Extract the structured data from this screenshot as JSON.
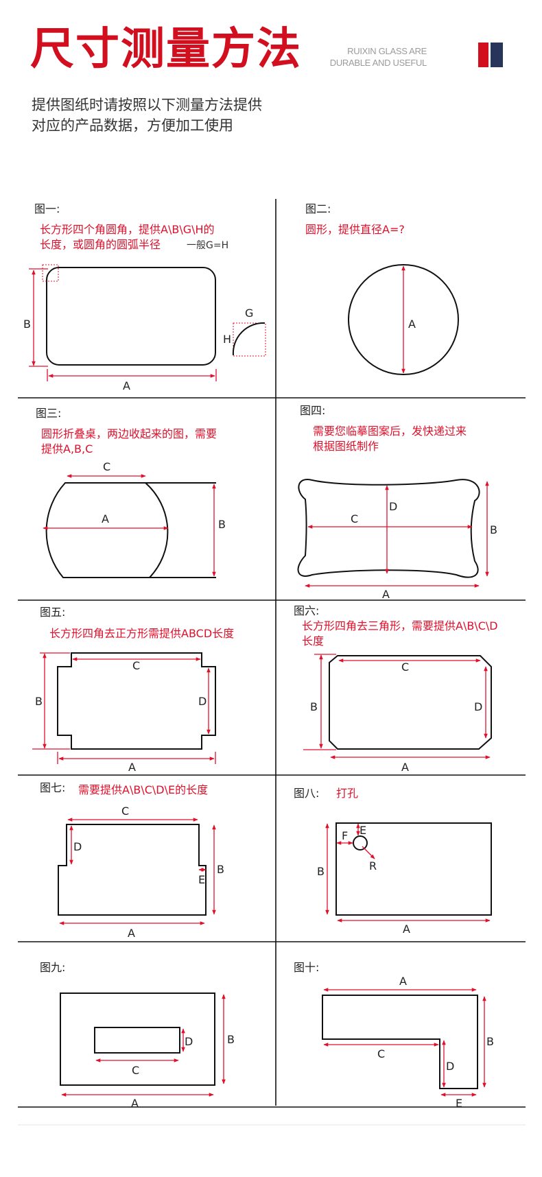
{
  "header": {
    "title": "尺寸测量方法",
    "brand_line1": "RUIXIN GLASS ARE",
    "brand_line2": "DURABLE AND USEFUL",
    "subtitle_line1": "提供图纸时请按照以下测量方法提供",
    "subtitle_line2": "对应的产品数据，方便加工使用"
  },
  "colors": {
    "accent": "#d10f1f",
    "logo_red": "#d10f1f",
    "logo_navy": "#27355a",
    "annotation": "#e0102b"
  },
  "fig1": {
    "title": "图一:",
    "desc1": "长方形四个角圆角，提供A\\B\\G\\H的",
    "desc2": "长度，或圆角的圆弧半径",
    "note": "一般G=H",
    "label_a": "A",
    "label_b": "B",
    "label_g": "G",
    "label_h": "H"
  },
  "fig2": {
    "title": "图二:",
    "desc1": "圆形，提供直径A=?",
    "label_a": "A"
  },
  "fig3": {
    "title": "图三:",
    "desc1": "圆形折叠桌，两边收起来的图，需要",
    "desc2": "提供A,B,C",
    "label_a": "A",
    "label_b": "B",
    "label_c": "C"
  },
  "fig4": {
    "title": "图四:",
    "desc1": "需要您临摹图案后，发快递过来",
    "desc2": "根据图纸制作",
    "label_a": "A",
    "label_b": "B",
    "label_c": "C",
    "label_d": "D"
  },
  "fig5": {
    "title": "图五:",
    "desc1": "长方形四角去正方形需提供ABCD长度",
    "label_a": "A",
    "label_b": "B",
    "label_c": "C",
    "label_d": "D"
  },
  "fig6": {
    "title": "图六:",
    "desc1": "长方形四角去三角形，需要提供A\\B\\C\\D",
    "desc2": "长度",
    "label_a": "A",
    "label_b": "B",
    "label_c": "C",
    "label_d": "D"
  },
  "fig7": {
    "title": "图七:",
    "desc1": "需要提供A\\B\\C\\D\\E的长度",
    "label_a": "A",
    "label_b": "B",
    "label_c": "C",
    "label_d": "D",
    "label_e": "E"
  },
  "fig8": {
    "title": "图八:",
    "desc1": "打孔",
    "label_a": "A",
    "label_b": "B",
    "label_e": "E",
    "label_f": "F",
    "label_r": "R"
  },
  "fig9": {
    "title": "图九:",
    "label_a": "A",
    "label_b": "B",
    "label_c": "C",
    "label_d": "D"
  },
  "fig10": {
    "title": "图十:",
    "label_a": "A",
    "label_b": "B",
    "label_c": "C",
    "label_d": "D",
    "label_e": "E"
  }
}
